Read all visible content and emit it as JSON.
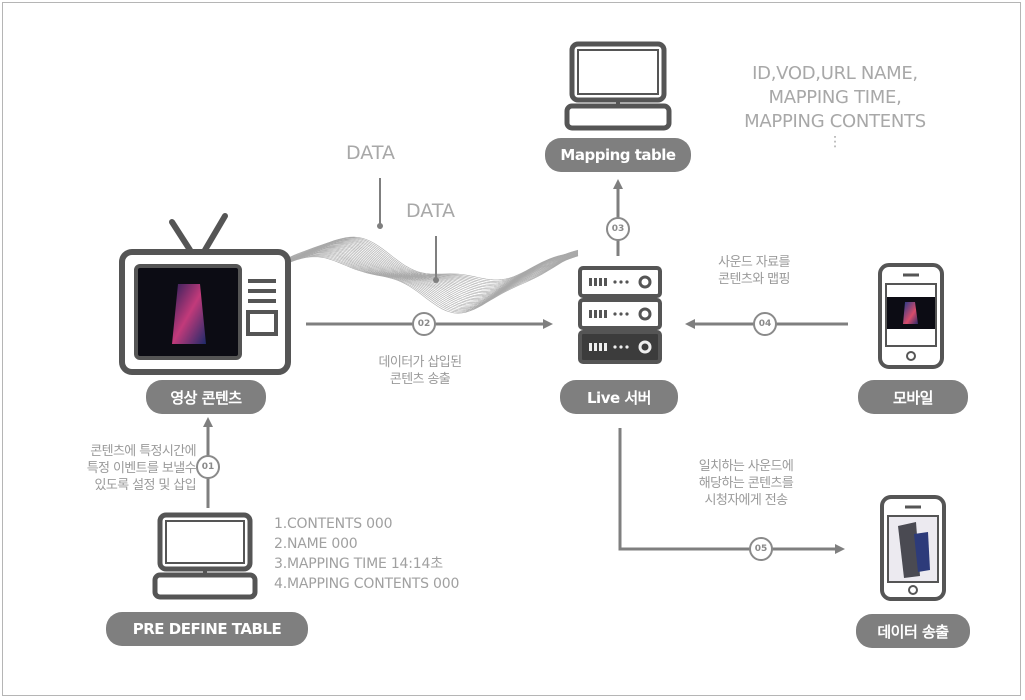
{
  "nodes": {
    "video_content": "영상 콘텐츠",
    "pre_define_table": "PRE DEFINE TABLE",
    "mapping_table": "Mapping table",
    "live_server": "Live 서버",
    "mobile": "모바일",
    "data_broadcast": "데이터 송출"
  },
  "data_labels": [
    "DATA",
    "DATA"
  ],
  "mapping_fields": [
    "ID,VOD,URL NAME,",
    "MAPPING TIME,",
    "MAPPING CONTENTS",
    "⋮"
  ],
  "pre_define_list": [
    "1.CONTENTS   000",
    "2.NAME 000",
    "3.MAPPING TIME 14:14초",
    "4.MAPPING CONTENTS 000"
  ],
  "steps": {
    "s01": {
      "number": "01",
      "text": [
        "콘텐츠에 특정시간에",
        "특정 이벤트를 보낼수",
        "있도록 설정 및 삽입"
      ]
    },
    "s02": {
      "number": "02",
      "text": [
        "데이터가 삽입된",
        "콘텐츠 송출"
      ]
    },
    "s03": {
      "number": "03"
    },
    "s04": {
      "number": "04",
      "text": [
        "사운드 자료를",
        "콘텐츠와 맵핑"
      ]
    },
    "s05": {
      "number": "05",
      "text": [
        "일치하는 사운드에",
        "해당하는 콘텐츠를",
        "시청자에게 전송"
      ]
    }
  },
  "colors": {
    "line": "#7f7f7f",
    "pill": "#7f7f7f",
    "text": "#9a9a9a",
    "wave": "#a9a9a9"
  }
}
